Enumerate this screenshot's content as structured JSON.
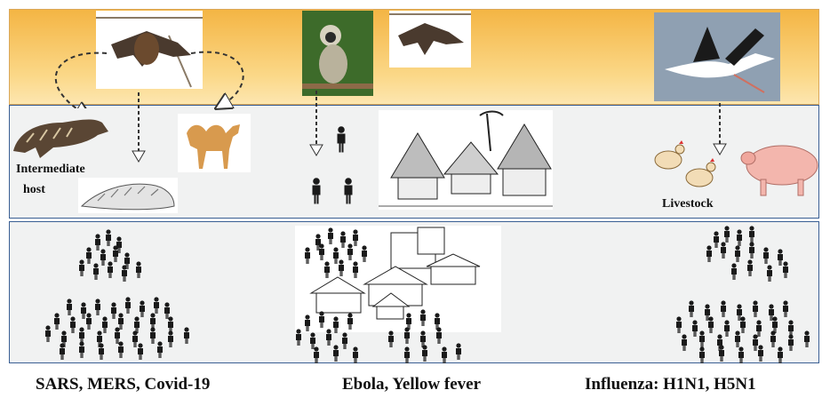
{
  "labels": {
    "intermediate_host_line1": "Intermediate",
    "intermediate_host_line2": "host",
    "livestock": "Livestock"
  },
  "captions": {
    "group1": "SARS, MERS, Covid-19",
    "group2": "Ebola, Yellow fever",
    "group3": "Influenza: H1N1, H5N1"
  },
  "colors": {
    "reservoir_band": "#f9c862",
    "band_border": "#3a5f94",
    "panel_bg": "#f1f2f2",
    "person": "#1a1a1a"
  }
}
